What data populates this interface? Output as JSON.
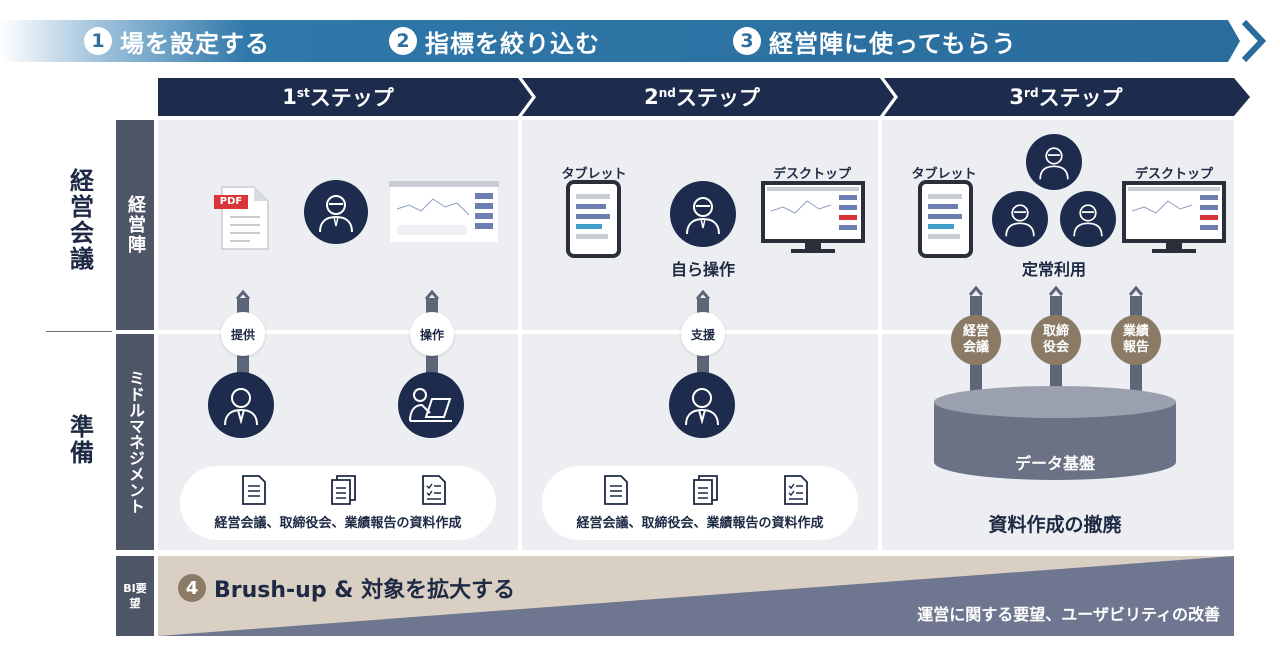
{
  "banner": {
    "steps": [
      {
        "num": "1",
        "label": "場を設定する"
      },
      {
        "num": "2",
        "label": "指標を絞り込む"
      },
      {
        "num": "3",
        "label": "経営陣に使ってもらう"
      }
    ]
  },
  "step_headers": [
    {
      "ordinal": "1",
      "suffix": "st",
      "label": "ステップ"
    },
    {
      "ordinal": "2",
      "suffix": "nd",
      "label": "ステップ"
    },
    {
      "ordinal": "3",
      "suffix": "rd",
      "label": "ステップ"
    }
  ],
  "rows": {
    "meeting_outer": "経営会議",
    "exec_bar": "経営陣",
    "prep_outer": "準備",
    "middle_bar": "ミドルマネジメント",
    "bi_bar": "BI要望"
  },
  "col1": {
    "pdf_tag": "PDF",
    "provide": "提供",
    "operate": "操作"
  },
  "col2": {
    "tablet": "タブレット",
    "desktop": "デスクトップ",
    "self_operate": "自ら操作",
    "support": "支援"
  },
  "col3": {
    "tablet": "タブレット",
    "desktop": "デスクトップ",
    "regular_use": "定常利用",
    "meetings": [
      "経営\n会議",
      "取締\n役会",
      "業績\n報告"
    ],
    "data_platform": "データ基盤",
    "abolish": "資料作成の撤廃"
  },
  "doc_caption": "経営会議、取締役会、業績報告の資料作成",
  "bottom": {
    "num": "4",
    "title": "Brush-up & 対象を拡大する",
    "subtitle": "運営に関する要望、ユーザビリティの改善"
  },
  "colors": {
    "navy": "#1d2b4c",
    "banner_blue": "#2e6fa0",
    "slate": "#4d5566",
    "cell": "#eceef1",
    "brown": "#8b7a66",
    "beige": "#d9cfc3"
  }
}
